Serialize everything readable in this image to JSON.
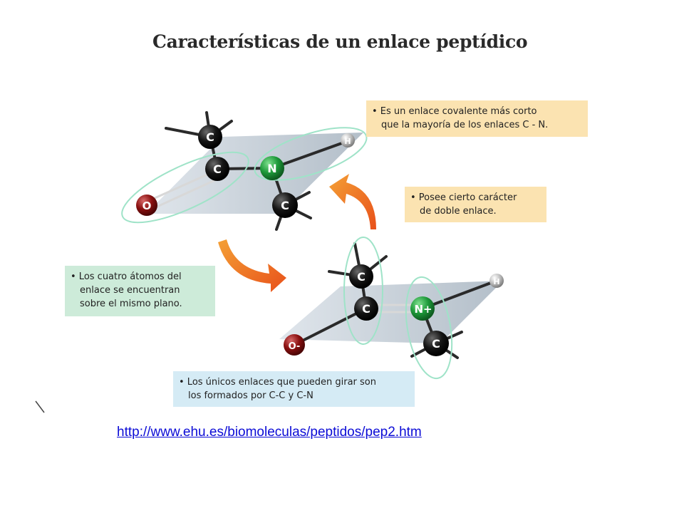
{
  "title": "Características de un enlace peptídico",
  "boxes": {
    "covalent": {
      "line1": "• Es un enlace covalente más corto",
      "line2": "  que la mayoría de los enlaces C - N."
    },
    "double": {
      "line1": "• Posee cierto carácter",
      "line2": "  de doble enlace."
    },
    "plane": {
      "line1": "• Los cuatro átomos del",
      "line2": "  enlace se encuentran",
      "line3": "  sobre el mismo plano."
    },
    "rotation": {
      "line1": "• Los únicos enlaces que pueden girar son",
      "line2": "  los formados por C-C y C-N"
    }
  },
  "atoms": {
    "c": "C",
    "n": "N",
    "n_plus": "N+",
    "o": "O",
    "o_minus": "O-",
    "h": "H"
  },
  "url": "http://www.ehu.es/biomoleculas/peptidos/pep2.htm",
  "colors": {
    "carbon": "#1a1a1a",
    "nitrogen": "#1e9a3a",
    "oxygen": "#8a1010",
    "hydrogen": "#b0b0b0",
    "plane": "#a9b6c2",
    "highlight_ring": "#9fe3c8",
    "arrow": "#f07a1e"
  }
}
